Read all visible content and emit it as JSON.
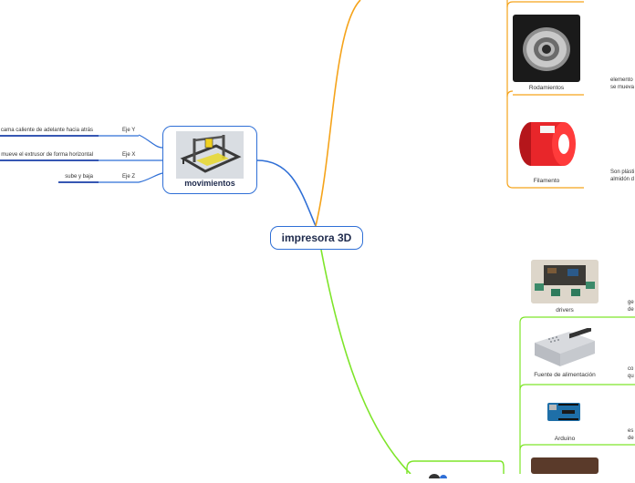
{
  "root": {
    "label": "impresora 3D"
  },
  "movimientos": {
    "title": "movimientos",
    "axes": [
      {
        "name": "Eje Y",
        "desc": "cama caliente de adelante hacia atrás"
      },
      {
        "name": "Eje X",
        "desc": "mueve el extrusor de forma horizontal"
      },
      {
        "name": "Eje Z",
        "desc": "sube y baja"
      }
    ]
  },
  "materiales": {
    "items": [
      {
        "label": "Rodamientos",
        "desc_lines": [
          "elemento",
          "se mueva"
        ]
      },
      {
        "label": "Filamento",
        "desc_lines": [
          "Son plásti",
          "almidón d"
        ]
      }
    ]
  },
  "electronica": {
    "items": [
      {
        "label": "drivers",
        "desc_lines": [
          "ge",
          "de"
        ]
      },
      {
        "label": "Fuente de alimentación",
        "desc_lines": [
          "co",
          "qu"
        ]
      },
      {
        "label": "Arduino",
        "desc_lines": [
          "es",
          "de"
        ]
      }
    ]
  },
  "colors": {
    "blue": "#2f6fd6",
    "orange": "#f5a31a",
    "green": "#7ee52a",
    "dark_blue": "#1a3fa8",
    "filament_red": "#e8262a"
  }
}
